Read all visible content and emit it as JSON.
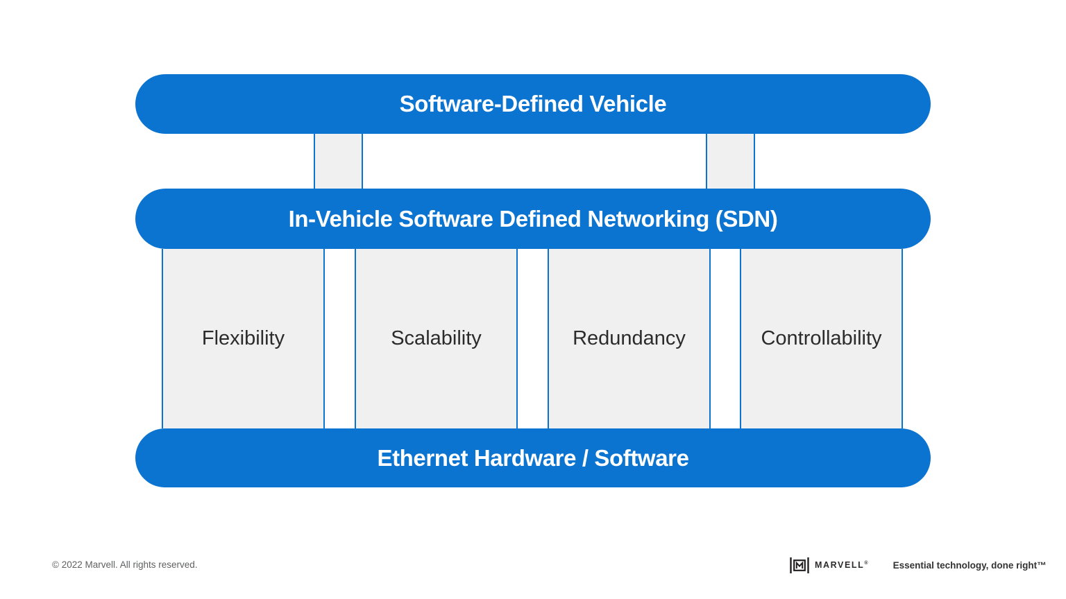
{
  "diagram": {
    "top_bar": {
      "label": "Software-Defined Vehicle"
    },
    "sdn_bar": {
      "label": "In-Vehicle Software Defined Networking (SDN)"
    },
    "pillars": [
      {
        "label": "Flexibility"
      },
      {
        "label": "Scalability"
      },
      {
        "label": "Redundancy"
      },
      {
        "label": "Controllability"
      }
    ],
    "bottom_bar": {
      "label": "Ethernet Hardware / Software"
    },
    "colors": {
      "accent_blue": "#0b73d0",
      "pillar_gray": "#f0f0f0"
    }
  },
  "footer": {
    "copyright": "© 2022 Marvell. All rights reserved.",
    "logo_text": "MARVELL",
    "logo_reg_mark": "®",
    "tagline": "Essential technology, done right™"
  }
}
